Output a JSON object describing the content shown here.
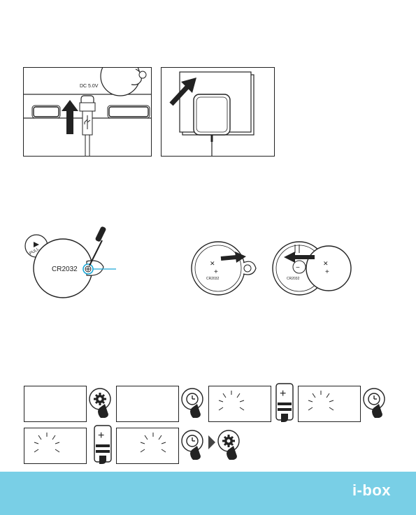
{
  "step1": {
    "panel_a": {
      "port_label": "DC 5.0V"
    },
    "panel_b": {}
  },
  "step2": {
    "pull_label": "PULL",
    "battery_label": "CR2032",
    "battery_small_label": "CR2032",
    "battery_small_label_2": "CR2032",
    "plus_sign": "+",
    "minus_sign": "−"
  },
  "step3": {
    "plus_sign": "+"
  },
  "footer": {
    "brand": "i-box",
    "bg_color": "#79cfe6"
  }
}
